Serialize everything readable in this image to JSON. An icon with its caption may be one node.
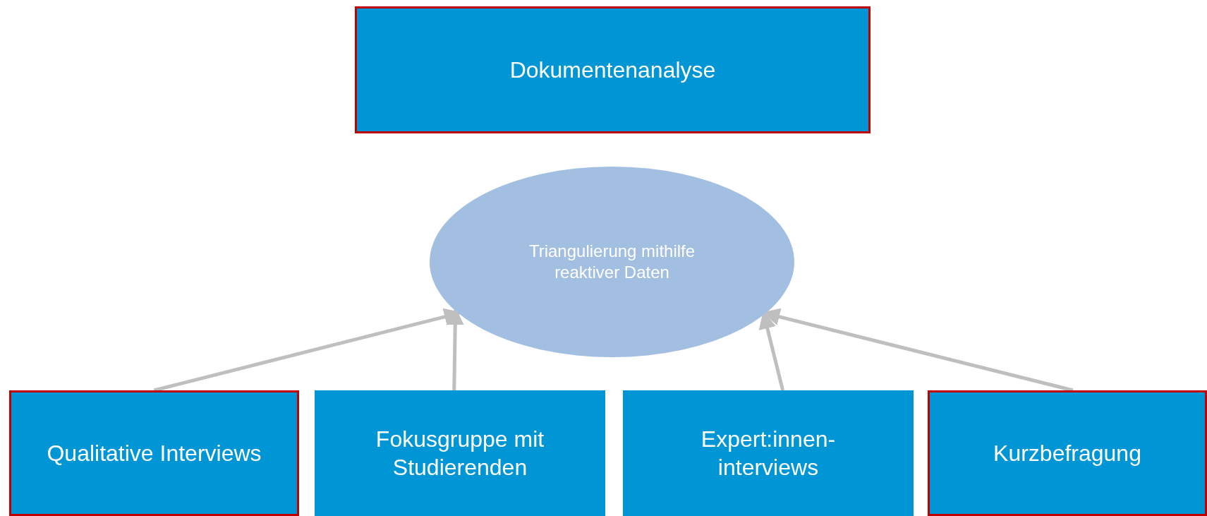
{
  "diagram": {
    "nodes": [
      {
        "text": [
          "Dokumentenanalyse"
        ]
      },
      {
        "text": [
          "Triangulierung mithilfe reaktiver Daten"
        ]
      },
      {
        "text": [
          "Qualitative Interviews"
        ]
      },
      {
        "text": [
          "Fokusgruppe mit Studierenden"
        ]
      },
      {
        "text": [
          "Expert:innen-interviews"
        ]
      },
      {
        "text": [
          "Kurzbefragung"
        ]
      }
    ],
    "edges": [
      {
        "from": 2,
        "to": 1,
        "arrow": "to"
      },
      {
        "from": 3,
        "to": 1,
        "arrow": "to"
      },
      {
        "from": 4,
        "to": 1,
        "arrow": "to"
      },
      {
        "from": 5,
        "to": 1,
        "arrow": "to"
      }
    ]
  }
}
